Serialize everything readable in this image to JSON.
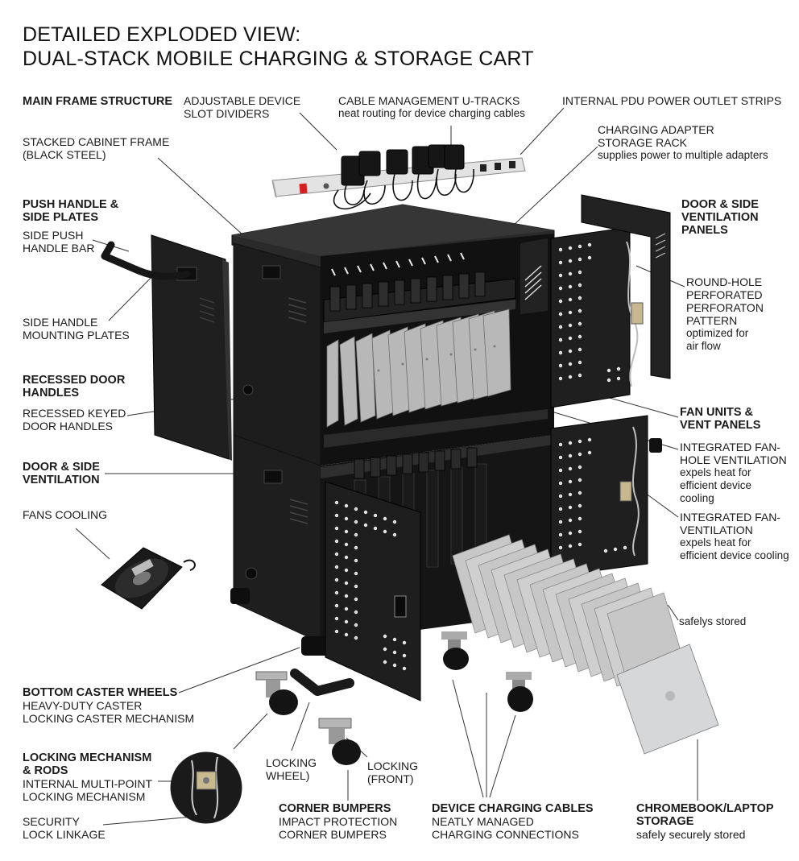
{
  "title": {
    "line1": "DETAILED EXPLODED VIEW:",
    "line2": "DUAL-STACK MOBILE CHARGING & STORAGE CART"
  },
  "labels": {
    "main_frame": "MAIN FRAME STRUCTURE",
    "dividers_1": "ADJUSTABLE DEVICE",
    "dividers_2": "SLOT DIVIDERS",
    "utracks_1": "CABLE MANAGEMENT U-TRACKS",
    "utracks_2": "neat routing for device charging cables",
    "pdu": "INTERNAL PDU POWER OUTLET STRIPS",
    "adapter_1": "CHARGING ADAPTER",
    "adapter_2": "STORAGE RACK",
    "adapter_3": "supplies power to multiple adapters",
    "stacked_1": "STACKED CABINET FRAME",
    "stacked_2": "(BLACK STEEL)",
    "push_1": "PUSH HANDLE &",
    "push_2": "SIDE PLATES",
    "side_push_1": "SIDE PUSH",
    "side_push_2": "HANDLE BAR",
    "door_side_1": "DOOR & SIDE",
    "door_side_2": "VENTILATION",
    "door_side_3": "PANELS",
    "round_1": "ROUND-HOLE",
    "round_2": "PERFORATED",
    "round_3": "PERFORATON",
    "round_4": "PATTERN",
    "round_5": "optimized for",
    "round_6": "air flow",
    "side_mount_1": "SIDE HANDLE",
    "side_mount_2": "MOUNTING PLATES",
    "recessed_1": "RECESSED DOOR",
    "recessed_2": "HANDLES",
    "recessed_keyed_1": "RECESSED KEYED",
    "recessed_keyed_2": "DOOR HANDLES",
    "fan_units_1": "FAN UNITS &",
    "fan_units_2": "VENT PANELS",
    "fanhole_1": "INTEGRATED FAN-",
    "fanhole_2": "HOLE VENTILATION",
    "fanhole_3": "expels heat for",
    "fanhole_4": "efficient device",
    "fanhole_5": "cooling",
    "door_vent_1": "DOOR &  SIDE",
    "door_vent_2": "VENTILATION",
    "fans_cooling": "FANS  COOLING",
    "fanvent_1": "INTEGRATED FAN-",
    "fanvent_2": "VENTILATION",
    "fanvent_3": "expels heat for",
    "fanvent_4": "efficient device cooling",
    "safely": "safelys stored",
    "caster_1": "BOTTOM CASTER WHEELS",
    "caster_2": "HEAVY-DUTY CASTER",
    "caster_3": "LOCKING CASTER MECHANISM",
    "locking_1": "LOCKING MECHANISM",
    "locking_2": "& RODS",
    "locking_3": "INTERNAL MULTI-POINT",
    "locking_4": "LOCKING MECHANISM",
    "lwheel_1": "LOCKING",
    "lwheel_2": "WHEEL)",
    "lfront_1": "LOCKING",
    "lfront_2": "(FRONT)",
    "security_1": "SECURITY",
    "security_2": "LOCK LINKAGE",
    "bumpers_1": "CORNER BUMPERS",
    "bumpers_2": "IMPACT PROTECTION",
    "bumpers_3": "CORNER BUMPERS",
    "cables_1": "DEVICE CHARGING CABLES",
    "cables_2": "NEATLY MANAGED",
    "cables_3": "CHARGING CONNECTIONS",
    "chromebook_1": "CHROMEBOOK/LAPTOP",
    "chromebook_2": "STORAGE",
    "chromebook_3": "safely securely stored"
  },
  "colors": {
    "cabinet": "#1c1c1c",
    "cabinet_face": "#262626",
    "divider": "#b9b9b9",
    "laptop": "#c9cacc",
    "leader": "#333333",
    "pdu": "#dcdcdc"
  }
}
